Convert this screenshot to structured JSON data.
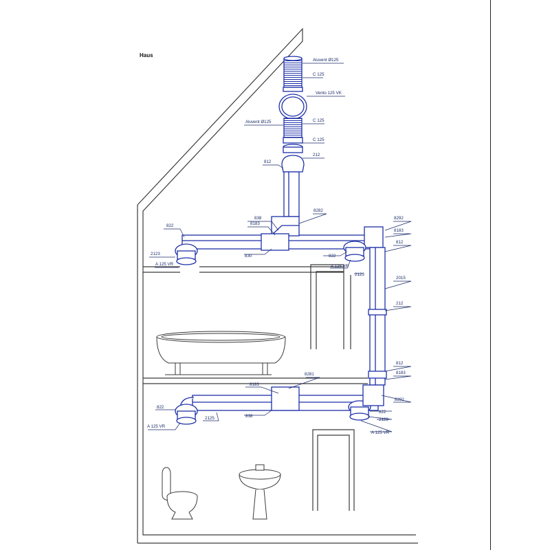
{
  "document": {
    "title": "Haus"
  },
  "labels": {
    "aluvent_top": "Aluvent Ø125",
    "c125_a": "C 125",
    "vento": "Vento 125 VK",
    "aluvent_mid": "Aluvent Ø125",
    "c125_b": "C 125",
    "c125_c": "C 125",
    "p212_top": "212",
    "p812_top": "812",
    "p838_up": "838",
    "p8183_up": "8183",
    "p8282_up": "8282",
    "p822_up_left": "822",
    "p2123_up_left": "2123",
    "a125vr_up_left": "A 125 VR",
    "p830_up": "830",
    "p8292_up": "8292",
    "p8183_up_right": "8183",
    "p812_up_right": "812",
    "p822_up_right": "822",
    "a125vr_up_right": "A 125 VR",
    "p2123_up_right": "2123",
    "p2015": "2015",
    "p212_mid": "212",
    "p812_low": "812",
    "p8183_low_right": "8183",
    "p8281_low": "8281",
    "p8183_low": "8183",
    "p8292_low": "8292",
    "p822_low_left": "822",
    "a125vr_low_left": "A 125 VR",
    "p2125_low": "2125",
    "p838_low": "838",
    "p822_low_right": "822",
    "p2123_low_right": "2123",
    "a125vr_low_right": "A 125 VR"
  },
  "colors": {
    "duct": "#1c2fa8",
    "duct_fill": "#ffffff",
    "line": "#3a3a3a",
    "label": "#1a2a6a"
  }
}
